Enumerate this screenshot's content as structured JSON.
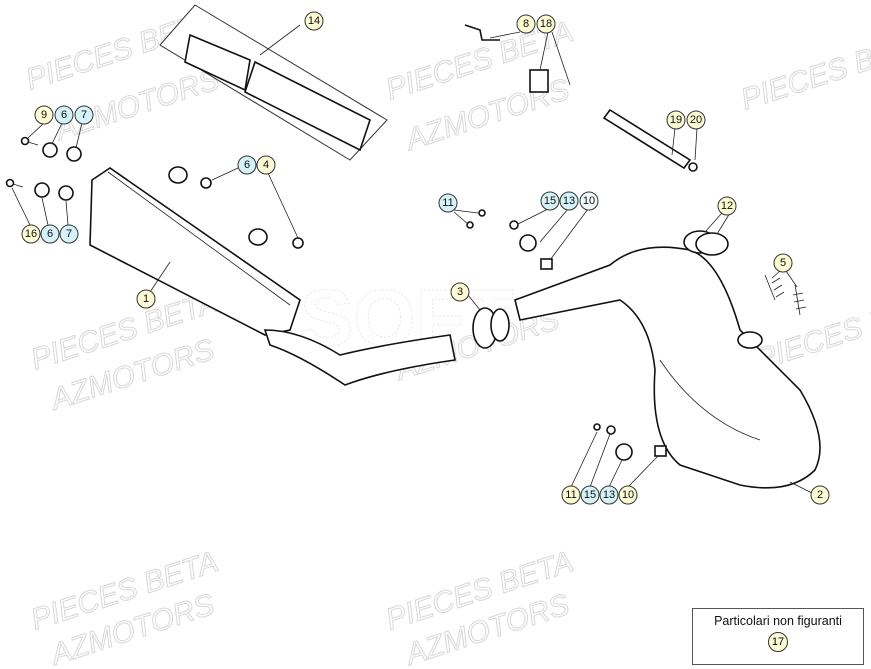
{
  "watermark": {
    "line1": "PIECES BETA",
    "line2": "AZMOTORS",
    "logo": "SOFT"
  },
  "colors": {
    "yellow_badge": "#fdfbd3",
    "cyan_badge": "#d4f2f7",
    "line": "#111111"
  },
  "callouts": [
    {
      "label": "14",
      "color": "yellow"
    },
    {
      "label": "8",
      "color": "yellow"
    },
    {
      "label": "18",
      "color": "yellow"
    },
    {
      "label": "9",
      "color": "yellow"
    },
    {
      "label": "6",
      "color": "cyan"
    },
    {
      "label": "7",
      "color": "cyan"
    },
    {
      "label": "6",
      "color": "cyan"
    },
    {
      "label": "4",
      "color": "yellow"
    },
    {
      "label": "16",
      "color": "yellow"
    },
    {
      "label": "6",
      "color": "cyan"
    },
    {
      "label": "7",
      "color": "cyan"
    },
    {
      "label": "11",
      "color": "cyan"
    },
    {
      "label": "15",
      "color": "cyan"
    },
    {
      "label": "13",
      "color": "cyan"
    },
    {
      "label": "10",
      "color": "white"
    },
    {
      "label": "19",
      "color": "yellow"
    },
    {
      "label": "20",
      "color": "yellow"
    },
    {
      "label": "12",
      "color": "yellow"
    },
    {
      "label": "5",
      "color": "yellow"
    },
    {
      "label": "1",
      "color": "yellow"
    },
    {
      "label": "3",
      "color": "yellow"
    },
    {
      "label": "2",
      "color": "yellow"
    },
    {
      "label": "11",
      "color": "yellow"
    },
    {
      "label": "15",
      "color": "cyan"
    },
    {
      "label": "13",
      "color": "cyan"
    },
    {
      "label": "10",
      "color": "yellow"
    }
  ],
  "note_box": {
    "title": "Particolari non figuranti",
    "part": "17"
  }
}
